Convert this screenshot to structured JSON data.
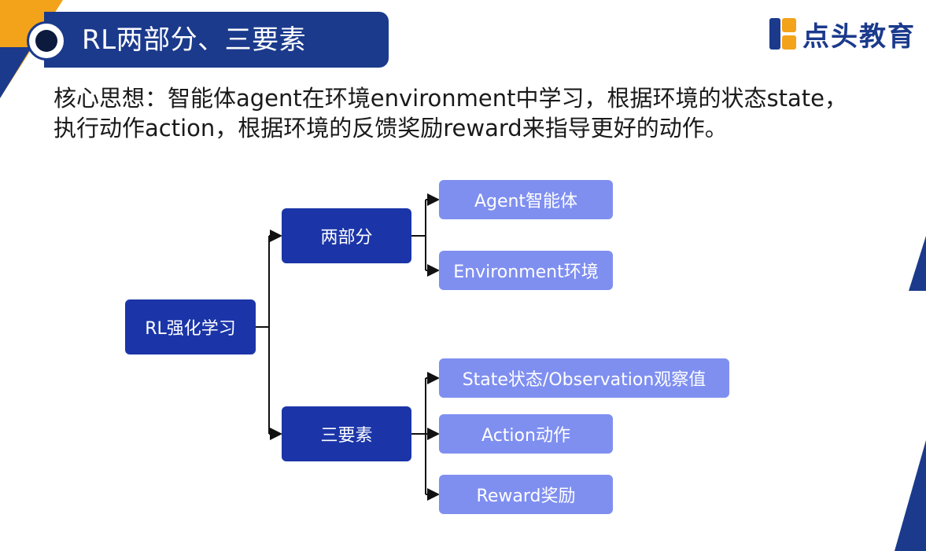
{
  "header": {
    "title": "RL两部分、三要素",
    "logo_text": "点头教育"
  },
  "intro": {
    "line1": "核心思想：智能体agent在环境environment中学习，根据环境的状态state，",
    "line2": "执行动作action，根据环境的反馈奖励reward来指导更好的动作。"
  },
  "diagram": {
    "root": "RL强化学习",
    "branches": [
      {
        "label": "两部分",
        "children": [
          "Agent智能体",
          "Environment环境"
        ]
      },
      {
        "label": "三要素",
        "children": [
          "State状态/Observation观察值",
          "Action动作",
          "Reward奖励"
        ]
      }
    ]
  },
  "colors": {
    "brand_dark": "#1b3a8c",
    "node_dark": "#1b35a8",
    "node_light": "#7f8ff0",
    "accent": "#f2a31a"
  }
}
